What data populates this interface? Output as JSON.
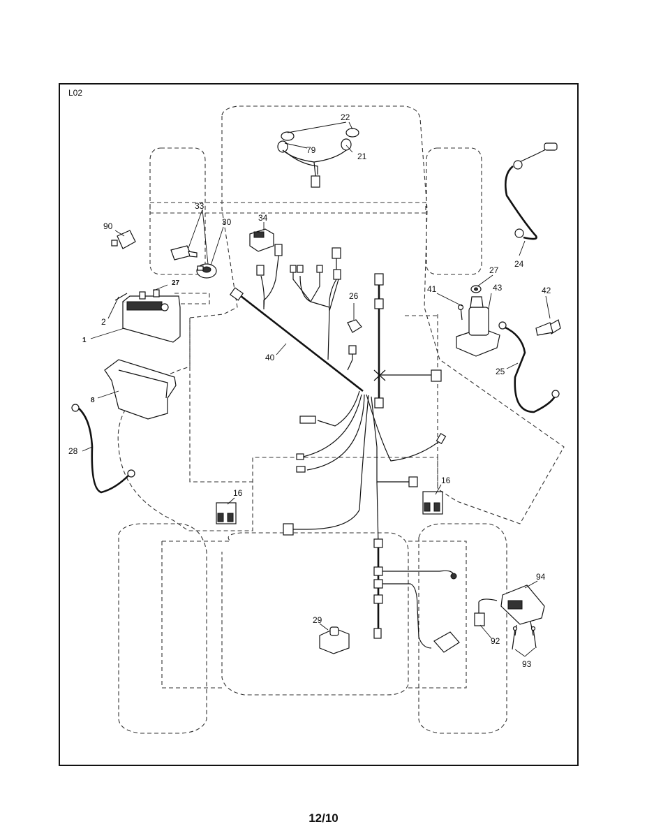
{
  "diagram": {
    "corner_label": "L02",
    "page_number": "12/10",
    "callouts": [
      {
        "id": "22",
        "text": "22"
      },
      {
        "id": "79",
        "text": "79"
      },
      {
        "id": "21",
        "text": "21"
      },
      {
        "id": "33",
        "text": "33"
      },
      {
        "id": "30",
        "text": "30"
      },
      {
        "id": "34",
        "text": "34"
      },
      {
        "id": "90",
        "text": "90"
      },
      {
        "id": "27a",
        "text": "27"
      },
      {
        "id": "2",
        "text": "2"
      },
      {
        "id": "1",
        "text": "1"
      },
      {
        "id": "8",
        "text": "8"
      },
      {
        "id": "28",
        "text": "28"
      },
      {
        "id": "40",
        "text": "40"
      },
      {
        "id": "26",
        "text": "26"
      },
      {
        "id": "24",
        "text": "24"
      },
      {
        "id": "27b",
        "text": "27"
      },
      {
        "id": "41",
        "text": "41"
      },
      {
        "id": "43",
        "text": "43"
      },
      {
        "id": "42",
        "text": "42"
      },
      {
        "id": "25",
        "text": "25"
      },
      {
        "id": "16a",
        "text": "16"
      },
      {
        "id": "16b",
        "text": "16"
      },
      {
        "id": "29",
        "text": "29"
      },
      {
        "id": "94",
        "text": "94"
      },
      {
        "id": "92",
        "text": "92"
      },
      {
        "id": "93",
        "text": "93"
      }
    ]
  }
}
